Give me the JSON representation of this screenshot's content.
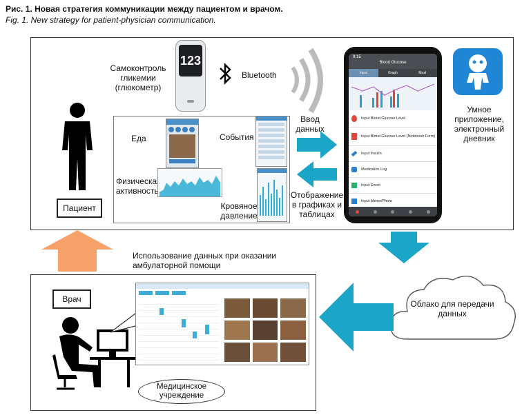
{
  "caption": {
    "ru": "Рис. 1. Новая стратегия коммуникации между пациентом и врачом.",
    "en": "Fig. 1. New strategy for patient-physician communication."
  },
  "patient_panel": {
    "glucometer_label": "Самоконтроль гликемии (глюкометр)",
    "glucometer_reading": "123",
    "bluetooth_label": "Bluetooth",
    "food_label": "Еда",
    "events_label": "События",
    "activity_label": "Физическая активность",
    "bp_label": "Кровяное давление",
    "data_input_label": "Ввод данных",
    "display_label": "Отображение в графиках и таблицах",
    "smart_app_label": "Умное приложение, электронный дневник",
    "patient_box": "Пациент"
  },
  "phone": {
    "time": "9:15",
    "title": "Blood Glucose",
    "tabs": [
      "Input",
      "Graph",
      "Meal"
    ],
    "menu": [
      "Input Blood Glucose Level",
      "Input Blood Glucose Level (Notebook Form)",
      "Input Insulin",
      "Medication Log",
      "Input Event",
      "Input Memo/Photo"
    ]
  },
  "middle": {
    "usage_label": "Использование данных при оказании амбулаторной помощи"
  },
  "doctor_panel": {
    "doctor_box": "Врач",
    "institution_label": "Медицинское учреждение"
  },
  "cloud": {
    "label": "Облако для передачи данных"
  },
  "colors": {
    "teal_arrow": "#1ba6c8",
    "orange_arrow": "#f7a26b",
    "app_icon": "#1f86d6"
  }
}
